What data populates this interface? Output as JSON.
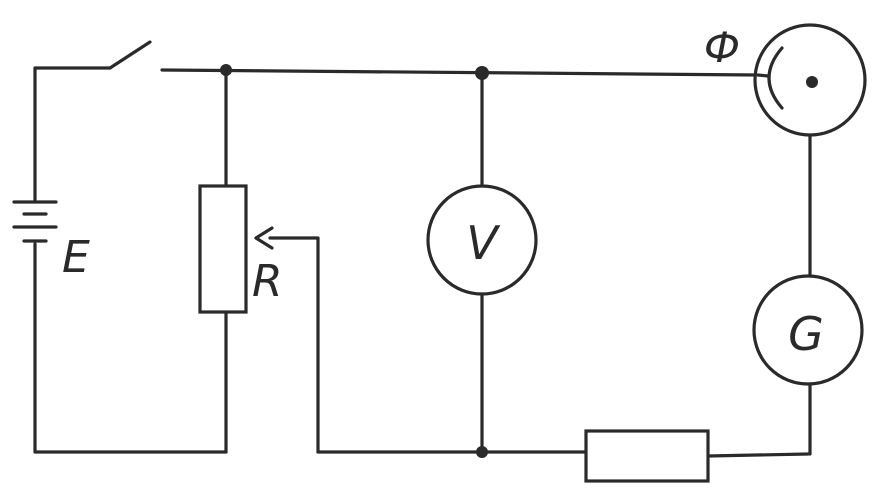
{
  "labels": {
    "battery": "E",
    "rheostat": "R",
    "voltmeter": "V",
    "galvanometer": "G",
    "photocell": "Ф"
  },
  "colors": {
    "ink": "#2a2a2a",
    "paper": "#ffffff"
  }
}
